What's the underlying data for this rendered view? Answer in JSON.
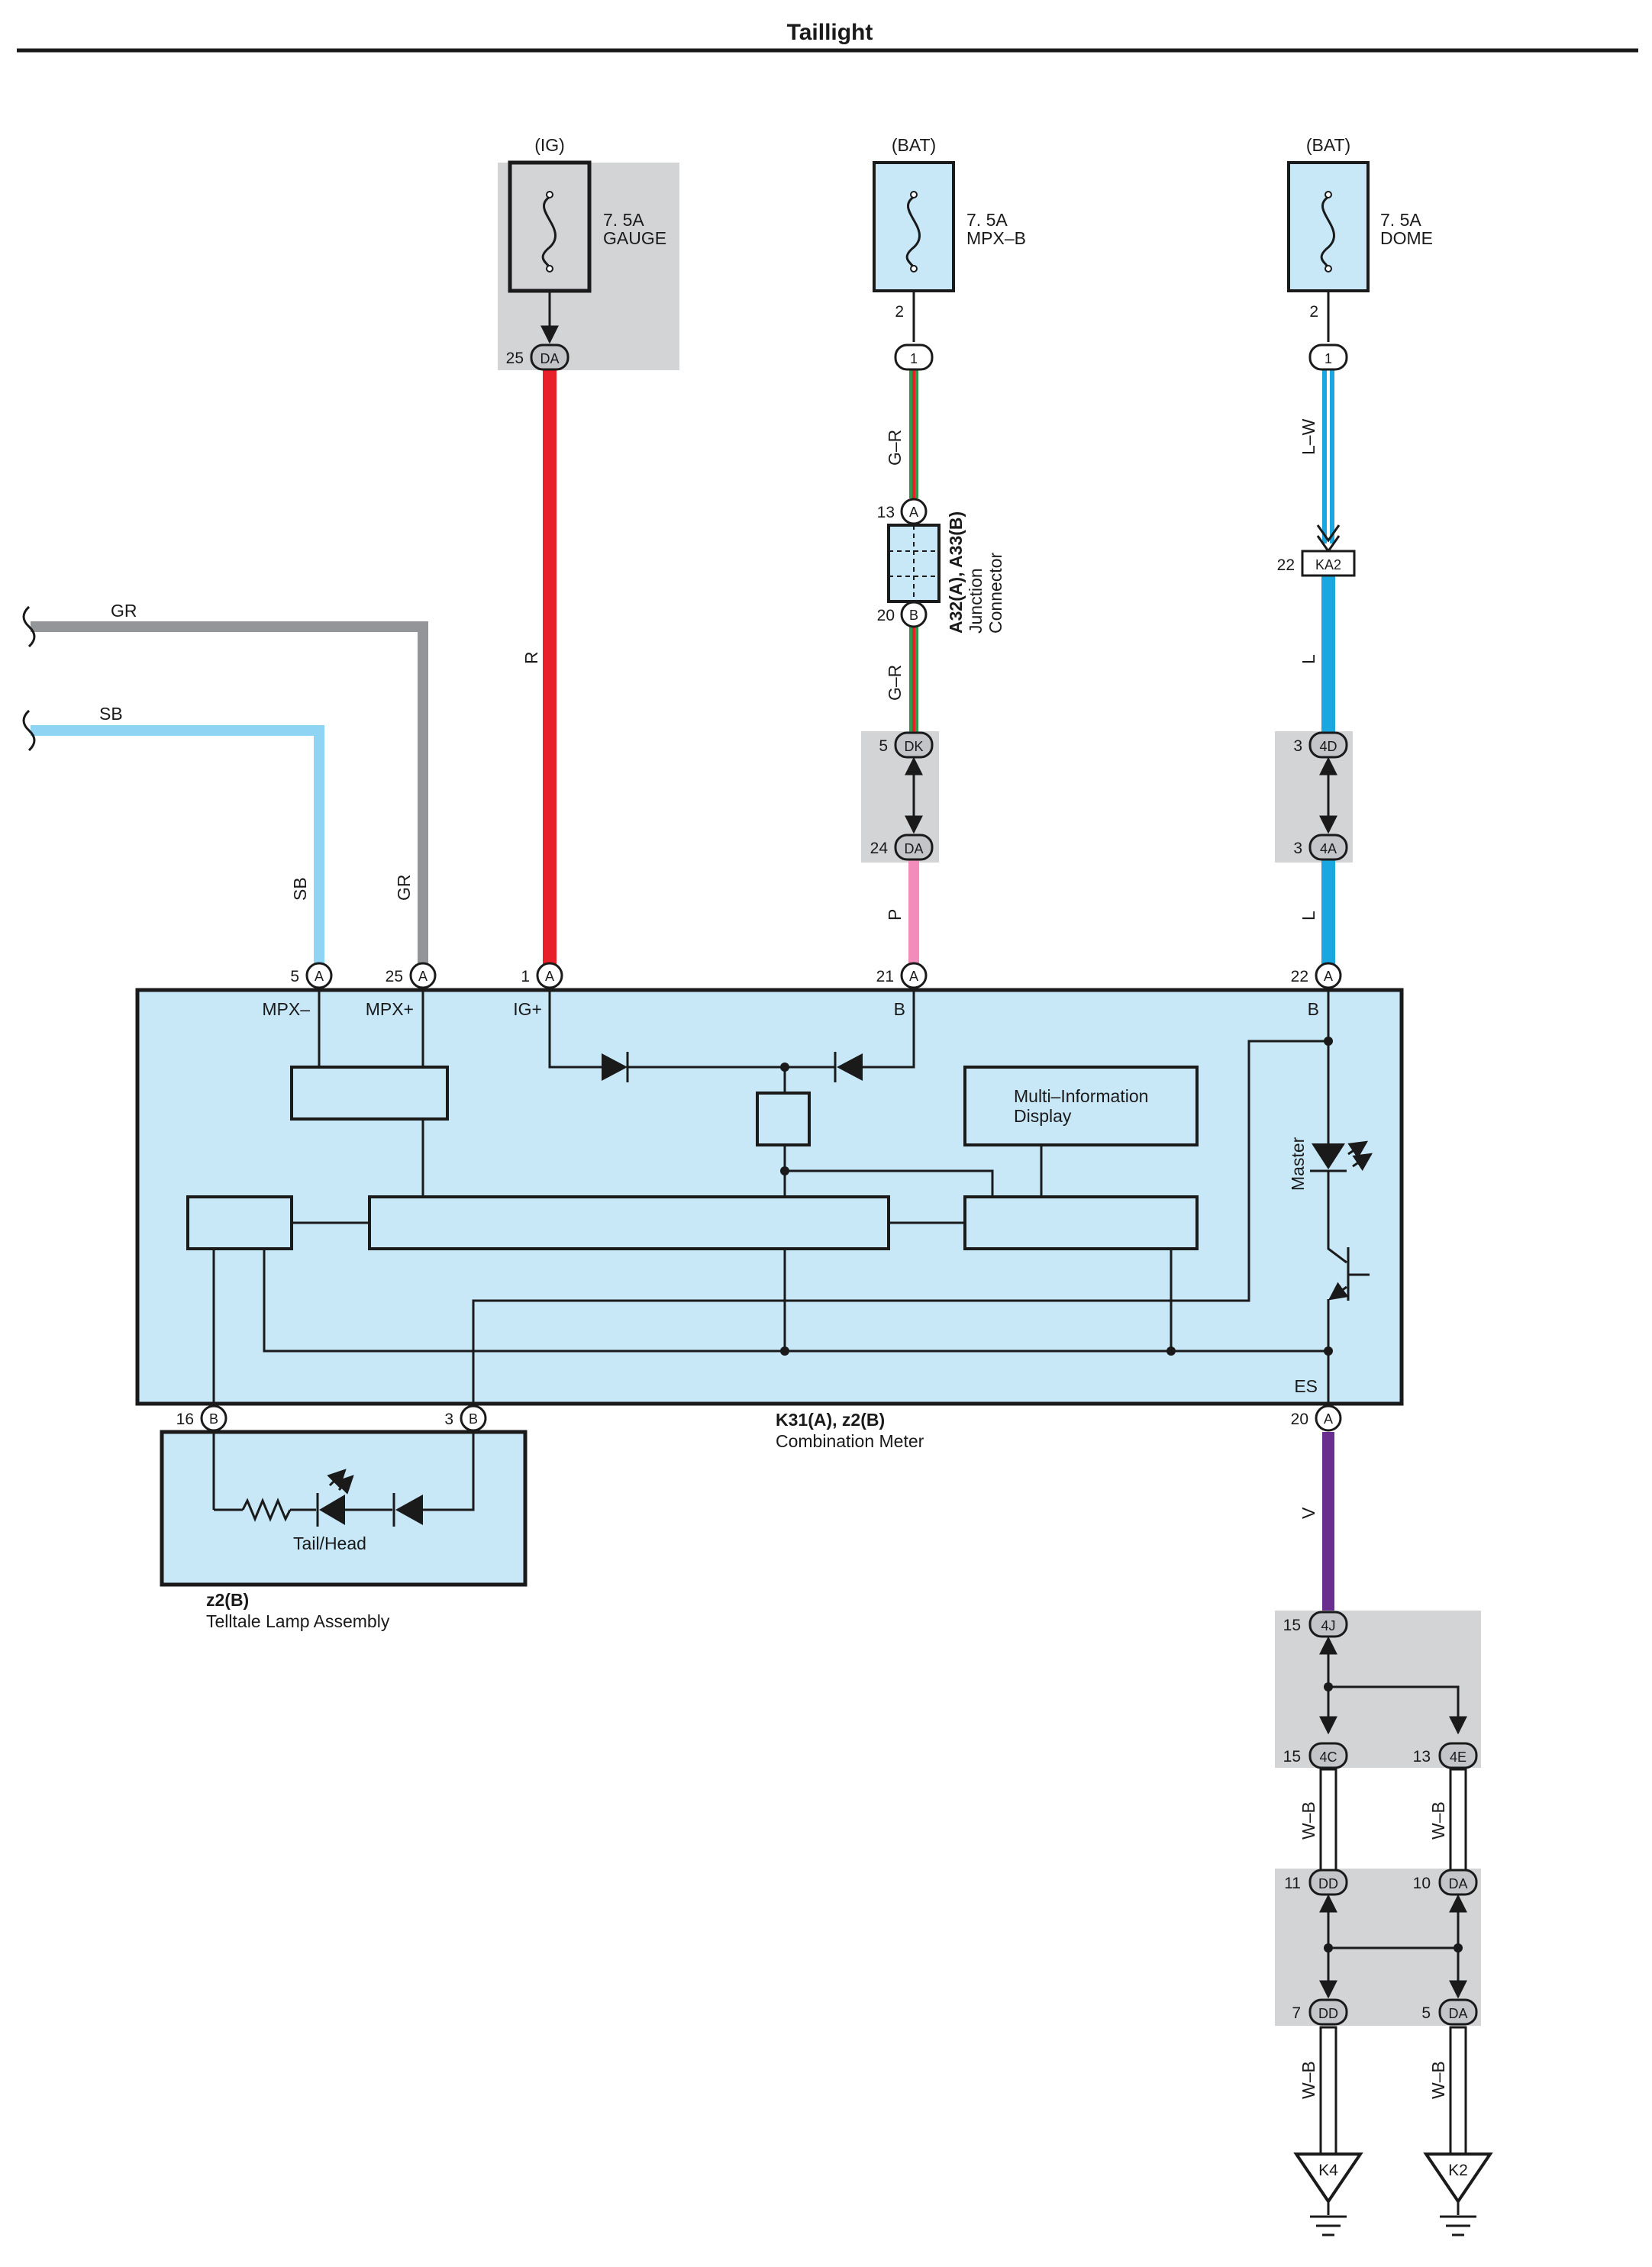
{
  "title": "Taillight",
  "colors": {
    "red": "#e8202a",
    "gray_wire": "#939598",
    "sky_blue": "#8fd4f2",
    "blue": "#1aa7e0",
    "pink": "#f28cbb",
    "green": "#2e9a4a",
    "violet": "#6a2f8e",
    "module_fill": "#c8e8f8",
    "shade": "#d3d4d6"
  },
  "fuses": {
    "gauge": {
      "supply": "(IG)",
      "rating": "7. 5A",
      "name": "GAUGE",
      "out_pin": "25",
      "out_conn": "DA"
    },
    "mpxb": {
      "supply": "(BAT)",
      "rating": "7. 5A",
      "name": "MPX–B",
      "pin": "2",
      "conn": "1"
    },
    "dome": {
      "supply": "(BAT)",
      "rating": "7. 5A",
      "name": "DOME",
      "pin": "2",
      "conn": "1"
    }
  },
  "wires": {
    "gr": "GR",
    "sb": "SB",
    "r": "R",
    "g_r": "G–R",
    "p": "P",
    "l_w": "L–W",
    "l": "L",
    "v": "V",
    "w_b": "W–B"
  },
  "junction": {
    "pin_top": "13",
    "conn_top": "A",
    "pin_bottom": "20",
    "conn_bottom": "B",
    "id": "A32(A), A33(B)",
    "line1": "Junction",
    "line2": "Connector"
  },
  "connectors": {
    "dk": {
      "pin": "5",
      "conn": "DK"
    },
    "da24": {
      "pin": "24",
      "conn": "DA"
    },
    "ka2": {
      "pin": "22",
      "conn": "KA2"
    },
    "d4d": {
      "pin": "3",
      "conn": "4D"
    },
    "d4a": {
      "pin": "3",
      "conn": "4A"
    },
    "j4j": {
      "pin": "15",
      "conn": "4J"
    },
    "j4c": {
      "pin": "15",
      "conn": "4C"
    },
    "j4e": {
      "pin": "13",
      "conn": "4E"
    },
    "dd11": {
      "pin": "11",
      "conn": "DD"
    },
    "da10": {
      "pin": "10",
      "conn": "DA"
    },
    "dd7": {
      "pin": "7",
      "conn": "DD"
    },
    "da5": {
      "pin": "5",
      "conn": "DA"
    }
  },
  "meter": {
    "pins_top": [
      {
        "num": "5",
        "conn": "A",
        "label": "MPX–"
      },
      {
        "num": "25",
        "conn": "A",
        "label": "MPX+"
      },
      {
        "num": "1",
        "conn": "A",
        "label": "IG+"
      },
      {
        "num": "21",
        "conn": "A",
        "label": "B"
      },
      {
        "num": "22",
        "conn": "A",
        "label": "B"
      }
    ],
    "pins_bottom": [
      {
        "num": "16",
        "conn": "B"
      },
      {
        "num": "3",
        "conn": "B"
      },
      {
        "num": "20",
        "conn": "A",
        "label": "ES"
      }
    ],
    "id": "K31(A), z2(B)",
    "name": "Combination Meter",
    "mid_label_1": "Multi–Information",
    "mid_label_2": "Display",
    "led_label": "Master"
  },
  "telltale": {
    "label": "Tail/Head",
    "id": "z2(B)",
    "name": "Telltale Lamp Assembly"
  },
  "grounds": [
    "K4",
    "K2"
  ]
}
